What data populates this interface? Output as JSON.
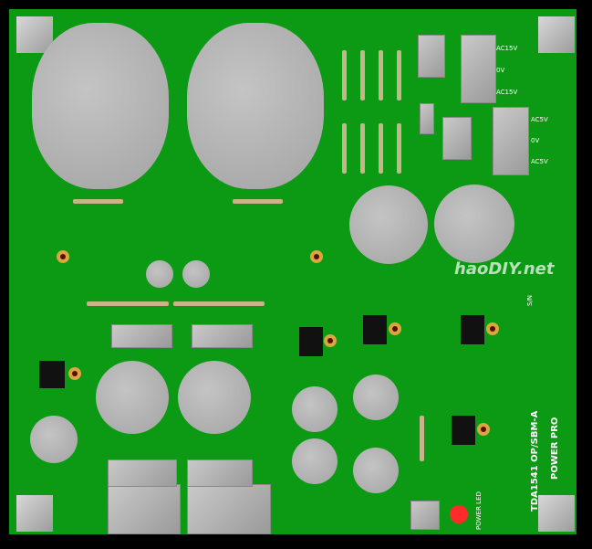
{
  "board": {
    "title": "TDA1541 OP/SBM-A",
    "subtitle": "POWER PRO",
    "serial_label": "S/N",
    "watermark": "haoDIY.net",
    "led_label": "POWER LED",
    "transformer_labels": [
      "AC15V",
      "0V",
      "AC15V"
    ],
    "transformer2_labels": [
      "AC5V",
      "0V",
      "AC5V"
    ],
    "colors": {
      "board": "#0c9a14",
      "pad": "#b0b0b0",
      "led": "#ff2a2a",
      "background": "#000000"
    }
  }
}
